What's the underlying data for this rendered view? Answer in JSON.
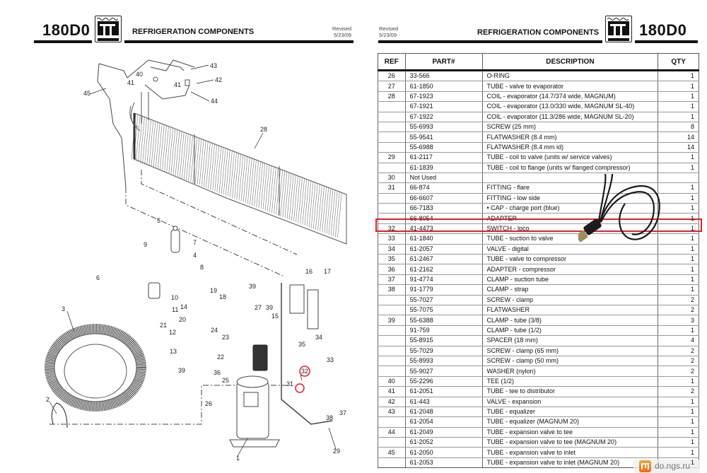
{
  "left_page": {
    "model": "180D0",
    "title": "REFRIGERATION COMPONENTS",
    "revised_label": "Revised",
    "revised_date": "5/23/09",
    "logo": "thermo-king-logo"
  },
  "right_page": {
    "model": "180D0",
    "title": "REFRIGERATION COMPONENTS",
    "revised_label": "Revised",
    "revised_date": "5/23/09",
    "logo": "thermo-king-logo"
  },
  "diagram": {
    "callouts": [
      "1",
      "2",
      "3",
      "4",
      "5",
      "6",
      "7",
      "8",
      "9",
      "10",
      "11",
      "12",
      "13",
      "14",
      "15",
      "16",
      "17",
      "18",
      "19",
      "20",
      "21",
      "22",
      "23",
      "24",
      "25",
      "26",
      "27",
      "28",
      "29",
      "31",
      "32",
      "33",
      "34",
      "35",
      "36",
      "37",
      "38",
      "39",
      "40",
      "41",
      "42",
      "43",
      "44",
      "45"
    ],
    "highlighted_callout": "32",
    "highlight_color": "#e0202a"
  },
  "table": {
    "headers": {
      "ref": "REF",
      "part": "PART#",
      "description": "DESCRIPTION",
      "qty": "QTY"
    },
    "rows": [
      {
        "ref": "26",
        "part": "33-566",
        "desc": "O-RING",
        "qty": "1"
      },
      {
        "ref": "27",
        "part": "61-1850",
        "desc": "TUBE - valve to evaporator",
        "qty": "1"
      },
      {
        "ref": "28",
        "part": "67-1923",
        "desc": "COIL - evaporator (14.7/374 wide, MAGNUM)",
        "qty": "1"
      },
      {
        "ref": "",
        "part": "67-1921",
        "desc": "COIL - evaporator (13.0/330 wide, MAGNUM SL-40)",
        "qty": "1"
      },
      {
        "ref": "",
        "part": "67-1922",
        "desc": "COIL - evaporator (11.3/286 wide, MAGNUM SL-20)",
        "qty": "1"
      },
      {
        "ref": "",
        "part": "55-6993",
        "desc": "SCREW (25 mm)",
        "qty": "8"
      },
      {
        "ref": "",
        "part": "55-9541",
        "desc": "FLATWASHER (8.4 mm)",
        "qty": "14"
      },
      {
        "ref": "",
        "part": "55-6988",
        "desc": "FLATWASHER (8.4 mm id)",
        "qty": "14"
      },
      {
        "ref": "29",
        "part": "61-2117",
        "desc": "TUBE - coil to valve (units w/ service valves)",
        "qty": "1"
      },
      {
        "ref": "",
        "part": "61-1839",
        "desc": "TUBE - coil to flange (units w/ flanged compressor)",
        "qty": "1"
      },
      {
        "ref": "30",
        "part": "Not Used",
        "desc": "",
        "qty": ""
      },
      {
        "ref": "31",
        "part": "66-874",
        "desc": "FITTING - flare",
        "qty": "1"
      },
      {
        "ref": "",
        "part": "66-6607",
        "desc": "FITTING - low side",
        "qty": "1"
      },
      {
        "ref": "",
        "part": "66-7183",
        "desc": "• CAP - charge port (blue)",
        "qty": "1"
      },
      {
        "ref": "",
        "part": "66-8054",
        "desc": "ADAPTER",
        "qty": "1"
      },
      {
        "ref": "32",
        "part": "41-4473",
        "desc": "SWITCH - lpco",
        "qty": "1"
      },
      {
        "ref": "33",
        "part": "61-1840",
        "desc": "TUBE - suction to valve",
        "qty": "1"
      },
      {
        "ref": "34",
        "part": "61-2057",
        "desc": "VALVE - digital",
        "qty": "1"
      },
      {
        "ref": "35",
        "part": "61-2467",
        "desc": "TUBE - valve to compressor",
        "qty": "1"
      },
      {
        "ref": "36",
        "part": "61-2162",
        "desc": "ADAPTER - compressor",
        "qty": "1"
      },
      {
        "ref": "37",
        "part": "91-4774",
        "desc": "CLAMP - suction tube",
        "qty": "1"
      },
      {
        "ref": "38",
        "part": "91-1779",
        "desc": "CLAMP - strap",
        "qty": "1"
      },
      {
        "ref": "",
        "part": "55-7027",
        "desc": "SCREW - clamp",
        "qty": "2"
      },
      {
        "ref": "",
        "part": "55-7075",
        "desc": "FLATWASHER",
        "qty": "2"
      },
      {
        "ref": "39",
        "part": "55-6388",
        "desc": "CLAMP - tube (3/8)",
        "qty": "3"
      },
      {
        "ref": "",
        "part": "91-759",
        "desc": "CLAMP - tube (1/2)",
        "qty": "1"
      },
      {
        "ref": "",
        "part": "55-8915",
        "desc": "SPACER (18 mm)",
        "qty": "4"
      },
      {
        "ref": "",
        "part": "55-7029",
        "desc": "SCREW - clamp (65 mm)",
        "qty": "2"
      },
      {
        "ref": "",
        "part": "55-8993",
        "desc": "SCREW - clamp (50 mm)",
        "qty": "2"
      },
      {
        "ref": "",
        "part": "55-9027",
        "desc": "WASHER (nylon)",
        "qty": "2"
      },
      {
        "ref": "40",
        "part": "55-2296",
        "desc": "TEE (1/2)",
        "qty": "1"
      },
      {
        "ref": "41",
        "part": "61-2051",
        "desc": "TUBE - tee to distributor",
        "qty": "2"
      },
      {
        "ref": "42",
        "part": "61-443",
        "desc": "VALVE - expansion",
        "qty": "1"
      },
      {
        "ref": "43",
        "part": "61-2048",
        "desc": "TUBE - equalizer",
        "qty": "1"
      },
      {
        "ref": "",
        "part": "61-2054",
        "desc": "TUBE - equalizer (MAGNUM 20)",
        "qty": "1"
      },
      {
        "ref": "44",
        "part": "61-2049",
        "desc": "TUBE - expansion valve to tee",
        "qty": "1"
      },
      {
        "ref": "",
        "part": "61-2052",
        "desc": "TUBE - expansion valve to tee (MAGNUM 20)",
        "qty": "1"
      },
      {
        "ref": "45",
        "part": "61-2050",
        "desc": "TUBE - expansion valve to inlet",
        "qty": "1"
      },
      {
        "ref": "",
        "part": "61-2053",
        "desc": "TUBE - expansion valve to inlet (MAGNUM 20)",
        "qty": "1"
      }
    ],
    "highlighted_ref": "32"
  },
  "overlay_photo": "pressure-switch-with-cable",
  "watermark": {
    "text": "do.ngs.ru",
    "icon": "ngs-logo-icon",
    "color": "#ec6b1c"
  }
}
